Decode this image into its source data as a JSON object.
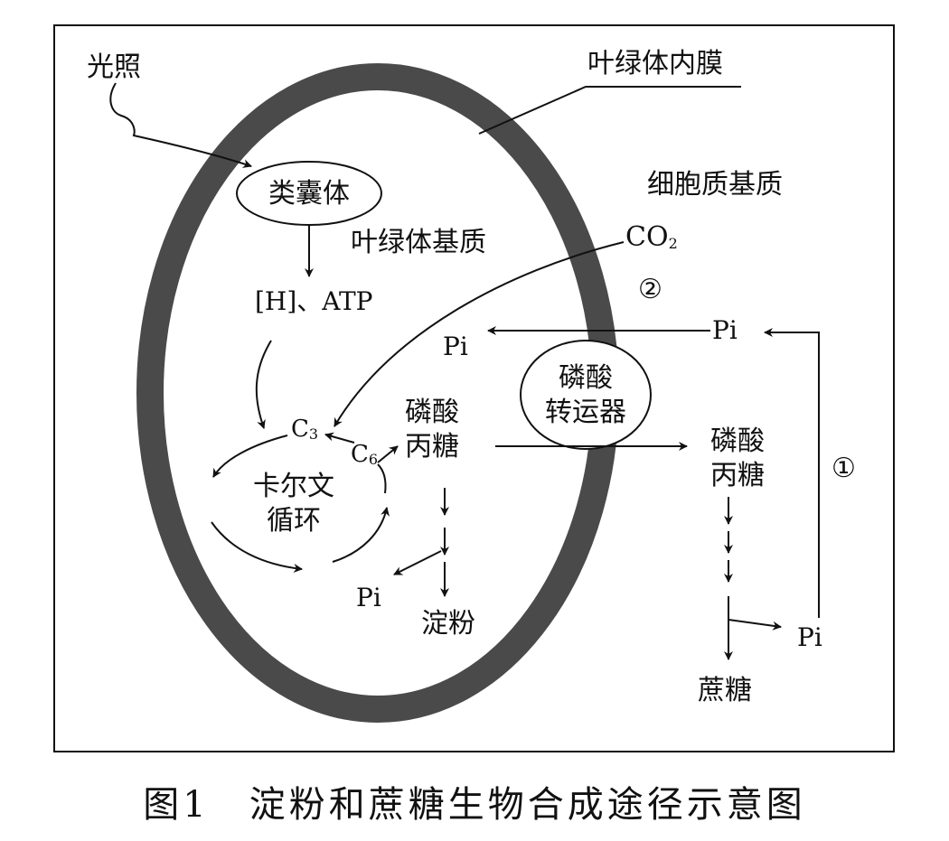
{
  "caption": "图1　淀粉和蔗糖生物合成途径示意图",
  "labels": {
    "light": "光照",
    "inner_membrane": "叶绿体内膜",
    "cytoplasm_matrix": "细胞质基质",
    "thylakoid": "类囊体",
    "stroma": "叶绿体基质",
    "co2_main": "CO",
    "co2_sub": "2",
    "circle_2": "②",
    "circle_1": "①",
    "h_atp": "[H]、ATP",
    "pi_left": "Pi",
    "pi_right_top": "Pi",
    "pi_lower_left": "Pi",
    "pi_lower_right": "Pi",
    "phosphate_transporter_line1": "磷酸",
    "phosphate_transporter_line2": "转运器",
    "c3_main": "C",
    "c3_sub": "3",
    "c6_main": "C",
    "c6_sub": "6",
    "calvin_line1": "卡尔文",
    "calvin_line2": "循环",
    "triose_in_line1": "磷酸",
    "triose_in_line2": "丙糖",
    "triose_out_line1": "磷酸",
    "triose_out_line2": "丙糖",
    "starch": "淀粉",
    "sucrose": "蔗糖"
  },
  "colors": {
    "membrane": "#4a4a4a",
    "stroke": "#111111",
    "background": "#ffffff"
  }
}
